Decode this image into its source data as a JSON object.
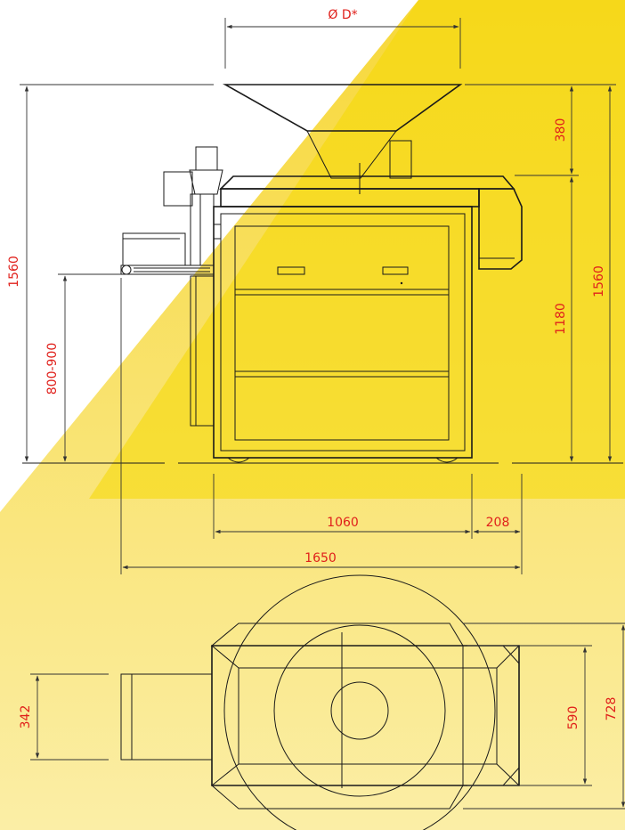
{
  "colors": {
    "background": "#ffffff",
    "accent_yellow": "#f6d900",
    "accent_yellow_light": "#fbec9a",
    "line": "#1a1a1a",
    "dimension_text": "#e0201b"
  },
  "dimensions": {
    "diameter": "Ø D*",
    "height_total_left": "1560",
    "feed_height": "800-900",
    "hopper_height": "380",
    "body_height": "1180",
    "height_total_right": "1560",
    "base_width": "1060",
    "side_offset": "208",
    "total_width": "1650",
    "top_view_depth_small": "342",
    "top_view_depth_inner": "590",
    "top_view_depth_outer": "728"
  }
}
